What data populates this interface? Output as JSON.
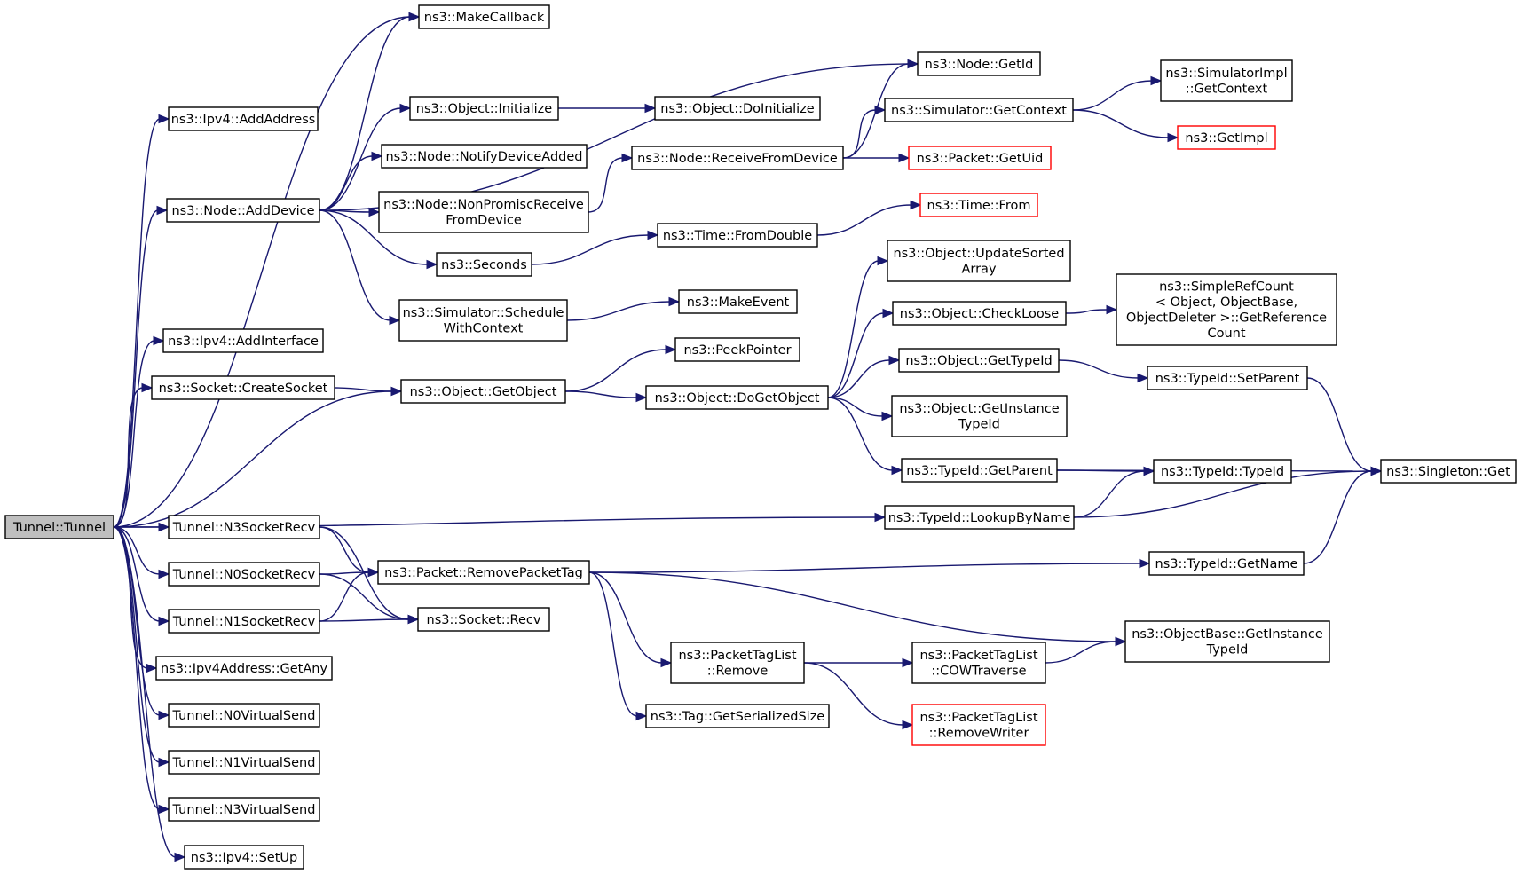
{
  "diagram": {
    "colors": {
      "edge": "#191970",
      "root_fill": "#bfbfbf",
      "node_border": "#000000",
      "truncated_border": "#ff0000"
    },
    "nodes": [
      {
        "id": "tunnel",
        "lines": [
          "Tunnel::Tunnel"
        ],
        "root": true
      },
      {
        "id": "ipv4_addaddress",
        "lines": [
          "ns3::Ipv4::AddAddress"
        ]
      },
      {
        "id": "node_adddevice",
        "lines": [
          "ns3::Node::AddDevice"
        ]
      },
      {
        "id": "ipv4_addinterface",
        "lines": [
          "ns3::Ipv4::AddInterface"
        ]
      },
      {
        "id": "socket_createsocket",
        "lines": [
          "ns3::Socket::CreateSocket"
        ]
      },
      {
        "id": "n3socketrecv",
        "lines": [
          "Tunnel::N3SocketRecv"
        ]
      },
      {
        "id": "n0socketrecv",
        "lines": [
          "Tunnel::N0SocketRecv"
        ]
      },
      {
        "id": "n1socketrecv",
        "lines": [
          "Tunnel::N1SocketRecv"
        ]
      },
      {
        "id": "ipv4address_getany",
        "lines": [
          "ns3::Ipv4Address::GetAny"
        ]
      },
      {
        "id": "n0virtualsend",
        "lines": [
          "Tunnel::N0VirtualSend"
        ]
      },
      {
        "id": "n1virtualsend",
        "lines": [
          "Tunnel::N1VirtualSend"
        ]
      },
      {
        "id": "n3virtualsend",
        "lines": [
          "Tunnel::N3VirtualSend"
        ]
      },
      {
        "id": "ipv4_setup",
        "lines": [
          "ns3::Ipv4::SetUp"
        ]
      },
      {
        "id": "makecallback",
        "lines": [
          "ns3::MakeCallback"
        ]
      },
      {
        "id": "object_initialize",
        "lines": [
          "ns3::Object::Initialize"
        ]
      },
      {
        "id": "node_notifydeviceadded",
        "lines": [
          "ns3::Node::NotifyDeviceAdded"
        ]
      },
      {
        "id": "node_nonpromisc",
        "lines": [
          "ns3::Node::NonPromiscReceive",
          "FromDevice"
        ]
      },
      {
        "id": "seconds",
        "lines": [
          "ns3::Seconds"
        ]
      },
      {
        "id": "simulator_schedulewithcontext",
        "lines": [
          "ns3::Simulator::Schedule",
          "WithContext"
        ]
      },
      {
        "id": "object_getobject",
        "lines": [
          "ns3::Object::GetObject"
        ]
      },
      {
        "id": "packet_removepackettag",
        "lines": [
          "ns3::Packet::RemovePacketTag"
        ]
      },
      {
        "id": "socket_recv",
        "lines": [
          "ns3::Socket::Recv"
        ]
      },
      {
        "id": "object_doinitialize",
        "lines": [
          "ns3::Object::DoInitialize"
        ]
      },
      {
        "id": "node_receivefromdevice",
        "lines": [
          "ns3::Node::ReceiveFromDevice"
        ]
      },
      {
        "id": "time_fromdouble",
        "lines": [
          "ns3::Time::FromDouble"
        ]
      },
      {
        "id": "makeevent",
        "lines": [
          "ns3::MakeEvent"
        ]
      },
      {
        "id": "peekpointer",
        "lines": [
          "ns3::PeekPointer"
        ]
      },
      {
        "id": "object_dogetobject",
        "lines": [
          "ns3::Object::DoGetObject"
        ]
      },
      {
        "id": "packettaglist_remove",
        "lines": [
          "ns3::PacketTagList",
          "::Remove"
        ]
      },
      {
        "id": "tag_getserializedsize",
        "lines": [
          "ns3::Tag::GetSerializedSize"
        ]
      },
      {
        "id": "node_getid",
        "lines": [
          "ns3::Node::GetId"
        ]
      },
      {
        "id": "simulator_getcontext",
        "lines": [
          "ns3::Simulator::GetContext"
        ]
      },
      {
        "id": "packet_getuid",
        "lines": [
          "ns3::Packet::GetUid"
        ],
        "truncated": true
      },
      {
        "id": "time_from",
        "lines": [
          "ns3::Time::From"
        ],
        "truncated": true
      },
      {
        "id": "object_updatesortedarray",
        "lines": [
          "ns3::Object::UpdateSorted",
          "Array"
        ]
      },
      {
        "id": "object_checkloose",
        "lines": [
          "ns3::Object::CheckLoose"
        ]
      },
      {
        "id": "object_gettypeid",
        "lines": [
          "ns3::Object::GetTypeId"
        ]
      },
      {
        "id": "object_getinstancetypeid",
        "lines": [
          "ns3::Object::GetInstance",
          "TypeId"
        ]
      },
      {
        "id": "typeid_getparent",
        "lines": [
          "ns3::TypeId::GetParent"
        ]
      },
      {
        "id": "typeid_lookupbyname",
        "lines": [
          "ns3::TypeId::LookupByName"
        ]
      },
      {
        "id": "packettaglist_cowtraverse",
        "lines": [
          "ns3::PacketTagList",
          "::COWTraverse"
        ]
      },
      {
        "id": "packettaglist_removewriter",
        "lines": [
          "ns3::PacketTagList",
          "::RemoveWriter"
        ],
        "truncated": true
      },
      {
        "id": "simulatorimpl_getcontext",
        "lines": [
          "ns3::SimulatorImpl",
          "::GetContext"
        ]
      },
      {
        "id": "getimpl",
        "lines": [
          "ns3::GetImpl"
        ],
        "truncated": true
      },
      {
        "id": "simplerefcount",
        "lines": [
          "ns3::SimpleRefCount",
          "< Object, ObjectBase,",
          "ObjectDeleter >::GetReference",
          "Count"
        ]
      },
      {
        "id": "typeid_setparent",
        "lines": [
          "ns3::TypeId::SetParent"
        ]
      },
      {
        "id": "typeid_typeid",
        "lines": [
          "ns3::TypeId::TypeId"
        ]
      },
      {
        "id": "typeid_getname",
        "lines": [
          "ns3::TypeId::GetName"
        ]
      },
      {
        "id": "objectbase_getinstancetypeid",
        "lines": [
          "ns3::ObjectBase::GetInstance",
          "TypeId"
        ]
      },
      {
        "id": "singleton_get",
        "lines": [
          "ns3::Singleton::Get"
        ]
      }
    ],
    "edges": [
      [
        "tunnel",
        "ipv4_addaddress"
      ],
      [
        "tunnel",
        "node_adddevice"
      ],
      [
        "tunnel",
        "makecallback"
      ],
      [
        "tunnel",
        "ipv4_addinterface"
      ],
      [
        "tunnel",
        "socket_createsocket"
      ],
      [
        "tunnel",
        "object_getobject"
      ],
      [
        "tunnel",
        "typeid_lookupbyname"
      ],
      [
        "tunnel",
        "n3socketrecv"
      ],
      [
        "tunnel",
        "n0socketrecv"
      ],
      [
        "tunnel",
        "n1socketrecv"
      ],
      [
        "tunnel",
        "ipv4address_getany"
      ],
      [
        "tunnel",
        "n0virtualsend"
      ],
      [
        "tunnel",
        "n1virtualsend"
      ],
      [
        "tunnel",
        "n3virtualsend"
      ],
      [
        "tunnel",
        "ipv4_setup"
      ],
      [
        "node_adddevice",
        "makecallback"
      ],
      [
        "node_adddevice",
        "node_getid"
      ],
      [
        "node_adddevice",
        "object_initialize"
      ],
      [
        "node_adddevice",
        "node_notifydeviceadded"
      ],
      [
        "node_adddevice",
        "node_nonpromisc"
      ],
      [
        "node_adddevice",
        "seconds"
      ],
      [
        "node_adddevice",
        "simulator_schedulewithcontext"
      ],
      [
        "socket_createsocket",
        "object_getobject"
      ],
      [
        "n3socketrecv",
        "packet_removepackettag"
      ],
      [
        "n3socketrecv",
        "socket_recv"
      ],
      [
        "n0socketrecv",
        "packet_removepackettag"
      ],
      [
        "n0socketrecv",
        "socket_recv"
      ],
      [
        "n1socketrecv",
        "packet_removepackettag"
      ],
      [
        "n1socketrecv",
        "socket_recv"
      ],
      [
        "object_initialize",
        "object_doinitialize"
      ],
      [
        "node_nonpromisc",
        "node_receivefromdevice"
      ],
      [
        "seconds",
        "time_fromdouble"
      ],
      [
        "simulator_schedulewithcontext",
        "makeevent"
      ],
      [
        "object_getobject",
        "peekpointer"
      ],
      [
        "object_getobject",
        "object_dogetobject"
      ],
      [
        "packet_removepackettag",
        "typeid_getname"
      ],
      [
        "packet_removepackettag",
        "objectbase_getinstancetypeid"
      ],
      [
        "packet_removepackettag",
        "packettaglist_remove"
      ],
      [
        "packet_removepackettag",
        "tag_getserializedsize"
      ],
      [
        "node_receivefromdevice",
        "node_getid"
      ],
      [
        "node_receivefromdevice",
        "simulator_getcontext"
      ],
      [
        "node_receivefromdevice",
        "packet_getuid"
      ],
      [
        "time_fromdouble",
        "time_from"
      ],
      [
        "object_dogetobject",
        "object_updatesortedarray"
      ],
      [
        "object_dogetobject",
        "object_checkloose"
      ],
      [
        "object_dogetobject",
        "object_gettypeid"
      ],
      [
        "object_dogetobject",
        "object_getinstancetypeid"
      ],
      [
        "object_dogetobject",
        "typeid_getparent"
      ],
      [
        "packettaglist_remove",
        "packettaglist_cowtraverse"
      ],
      [
        "packettaglist_remove",
        "packettaglist_removewriter"
      ],
      [
        "simulator_getcontext",
        "simulatorimpl_getcontext"
      ],
      [
        "simulator_getcontext",
        "getimpl"
      ],
      [
        "object_checkloose",
        "simplerefcount"
      ],
      [
        "object_gettypeid",
        "typeid_setparent"
      ],
      [
        "typeid_getparent",
        "typeid_typeid"
      ],
      [
        "typeid_getparent",
        "singleton_get"
      ],
      [
        "typeid_lookupbyname",
        "typeid_typeid"
      ],
      [
        "typeid_lookupbyname",
        "singleton_get"
      ],
      [
        "packettaglist_cowtraverse",
        "objectbase_getinstancetypeid"
      ],
      [
        "typeid_setparent",
        "singleton_get"
      ],
      [
        "typeid_getname",
        "singleton_get"
      ]
    ]
  }
}
